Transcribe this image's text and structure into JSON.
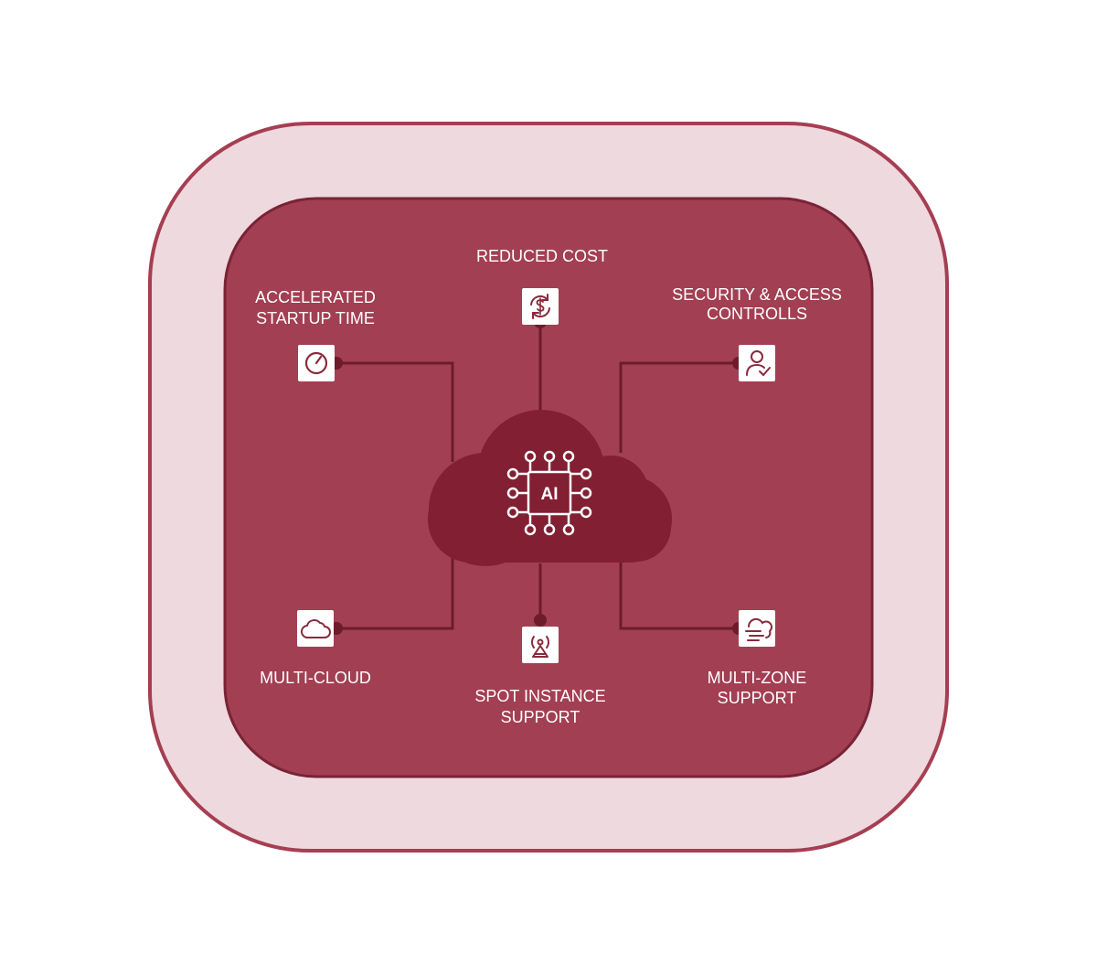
{
  "colors": {
    "outer_fill": "#eed9de",
    "outer_border": "#a63e52",
    "inner_fill": "#a23f52",
    "inner_border": "#7a2336",
    "cloud_fill": "#821f33",
    "connector": "#6e1b2c",
    "icon_box": "#ffffff",
    "icon_stroke": "#8a2a3c",
    "text": "#ffffff"
  },
  "center": {
    "label": "AI",
    "icon": "ai-chip-icon"
  },
  "features": {
    "reduced_cost": {
      "lines": [
        "REDUCED COST"
      ],
      "icon": "cost-refresh-icon"
    },
    "accelerated_startup": {
      "lines": [
        "ACCELERATED",
        "STARTUP TIME"
      ],
      "icon": "stopwatch-icon"
    },
    "security": {
      "lines": [
        "SECURITY & ACCESS",
        "CONTROLLS"
      ],
      "icon": "user-check-icon"
    },
    "multi_cloud": {
      "lines": [
        "MULTI-CLOUD"
      ],
      "icon": "cloud-icon"
    },
    "spot_instance": {
      "lines": [
        "SPOT INSTANCE",
        "SUPPORT"
      ],
      "icon": "antenna-icon"
    },
    "multi_zone": {
      "lines": [
        "MULTI-ZONE",
        "SUPPORT"
      ],
      "icon": "cloud-wind-icon"
    }
  }
}
